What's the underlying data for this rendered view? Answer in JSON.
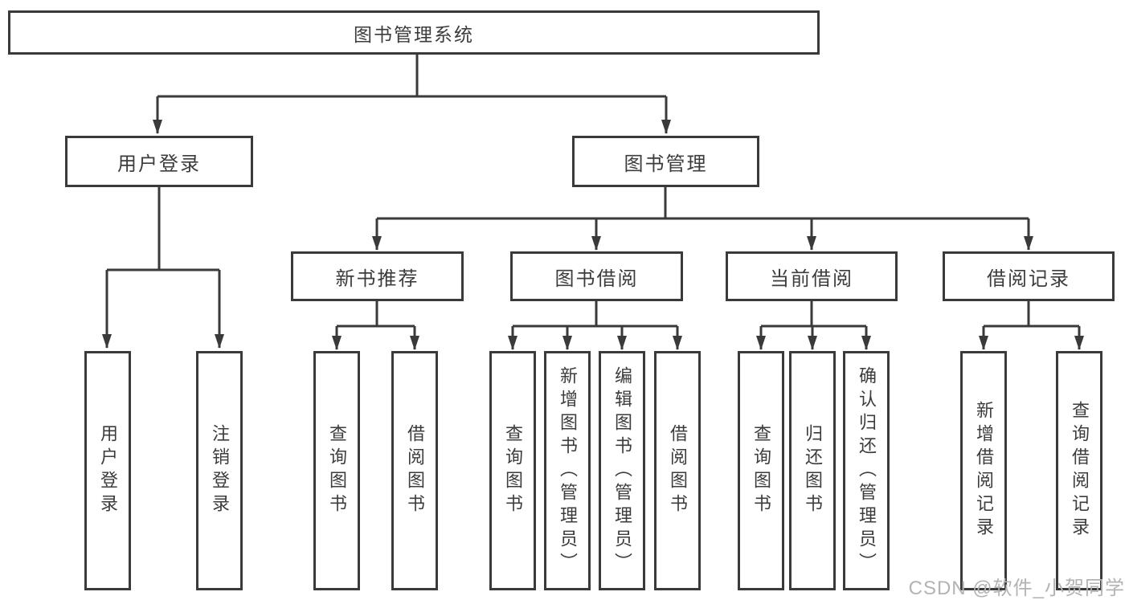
{
  "root": {
    "label": "图书管理系统"
  },
  "level2": {
    "user_login": {
      "label": "用户登录"
    },
    "book_mgmt": {
      "label": "图书管理"
    }
  },
  "level3": {
    "new_books": {
      "label": "新书推荐"
    },
    "book_borrow": {
      "label": "图书借阅"
    },
    "current_borrow": {
      "label": "当前借阅"
    },
    "borrow_records": {
      "label": "借阅记录"
    }
  },
  "leaves": {
    "user_login": {
      "label": "用户登录"
    },
    "logout": {
      "label": "注销登录"
    },
    "nb_query": {
      "label": "查询图书"
    },
    "nb_borrow": {
      "label": "借阅图书"
    },
    "bb_query": {
      "label": "查询图书"
    },
    "bb_add": {
      "label": "新增图书（管理员）"
    },
    "bb_edit": {
      "label": "编辑图书（管理员）"
    },
    "bb_borrow": {
      "label": "借阅图书"
    },
    "cb_query": {
      "label": "查询图书"
    },
    "cb_return": {
      "label": "归还图书"
    },
    "cb_confirm": {
      "label": "确认归还（管理员）"
    },
    "br_add": {
      "label": "新增借阅记录"
    },
    "br_query": {
      "label": "查询借阅记录"
    }
  },
  "watermark": {
    "text": "CSDN @软件_小贺同学"
  },
  "colors": {
    "line": "#3a3a3a",
    "text": "#3c3c3c",
    "watermark_text": "#b3b3b3",
    "background": "#ffffff"
  }
}
